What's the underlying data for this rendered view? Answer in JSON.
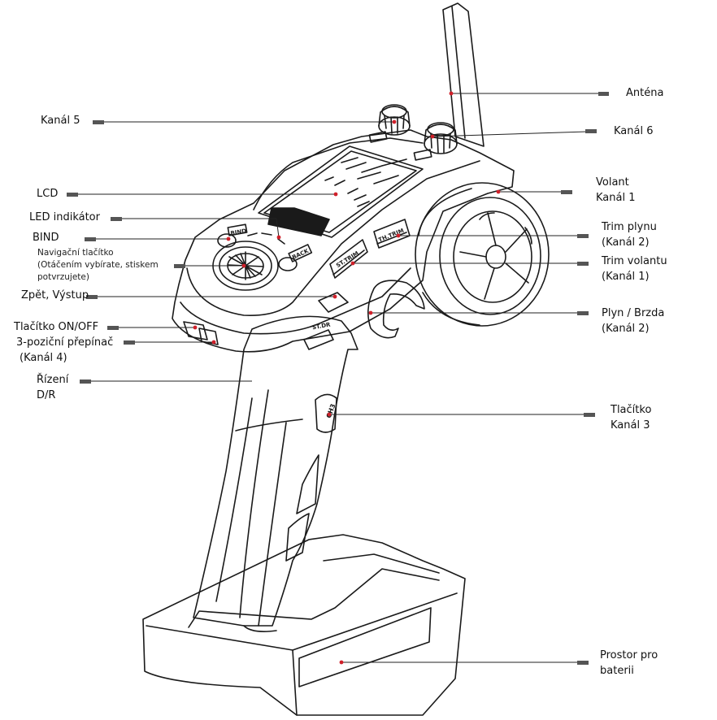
{
  "device_markings": {
    "bind_btn": "BIND",
    "back_btn": "BACK",
    "st_trim": "ST.TRIM",
    "th_trim": "TH.TRIM",
    "st_dr": "ST.DR",
    "ch3": "CH3"
  },
  "labels": {
    "antenna": "Anténa",
    "ch5": "Kanál 5",
    "ch6": "Kanál 6",
    "lcd": "LCD",
    "steering_line1": "Volant",
    "steering_line2": "Kanál 1",
    "led": "LED indikátor",
    "bind": "BIND",
    "throttle_trim_line1": "Trim plynu",
    "throttle_trim_line2": "(Kanál 2)",
    "nav_line1": "Navigační tlačítko",
    "nav_line2": "(Otáčením vybírate, stiskem",
    "nav_line3": "potvrzujete)",
    "steer_trim_line1": "Trim volantu",
    "steer_trim_line2": "(Kanál 1)",
    "back": "Zpět, Výstup",
    "throttle_line1": "Plyn / Brzda",
    "throttle_line2": "(Kanál 2)",
    "power": "Tlačítko ON/OFF",
    "switch_line1": "3-poziční přepínač",
    "switch_line2": "(Kanál 4)",
    "dr_line1": "Řízení",
    "dr_line2": "D/R",
    "ch3_line1": "Tlačítko",
    "ch3_line2": "Kanál 3",
    "battery_line1": "Prostor pro",
    "battery_line2": "baterii"
  },
  "colors": {
    "outline": "#1a1a1a",
    "leader": "#222222",
    "marker": "#555555",
    "dot": "#d0202a"
  }
}
